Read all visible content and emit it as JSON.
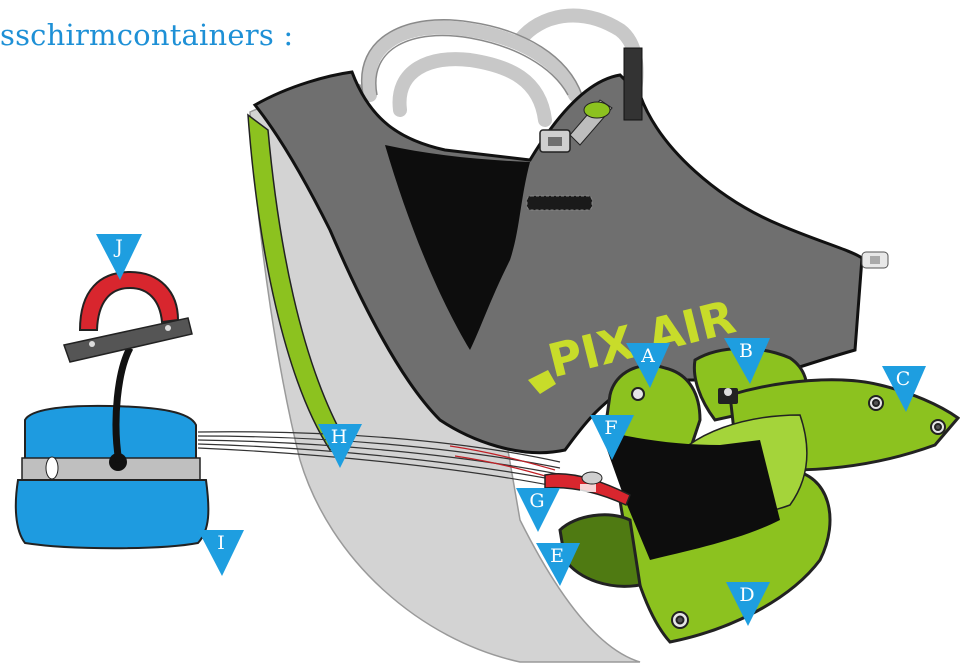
{
  "title": "sschirmcontainers :",
  "logo_text": "PIX AIR",
  "colors": {
    "title": "#1e90d6",
    "marker": "#1e9ee0",
    "panel_green": "#8cc21f",
    "harness_grey": "#6f6f6f",
    "body_light_grey": "#cfcfcf",
    "container_blue": "#1e9be0",
    "handle_red": "#d8262e"
  },
  "labels": [
    {
      "id": "A",
      "text": "A"
    },
    {
      "id": "B",
      "text": "B"
    },
    {
      "id": "C",
      "text": "C"
    },
    {
      "id": "D",
      "text": "D"
    },
    {
      "id": "E",
      "text": "E"
    },
    {
      "id": "F",
      "text": "F"
    },
    {
      "id": "G",
      "text": "G"
    },
    {
      "id": "H",
      "text": "H"
    },
    {
      "id": "I",
      "text": "I"
    },
    {
      "id": "J",
      "text": "J"
    }
  ]
}
